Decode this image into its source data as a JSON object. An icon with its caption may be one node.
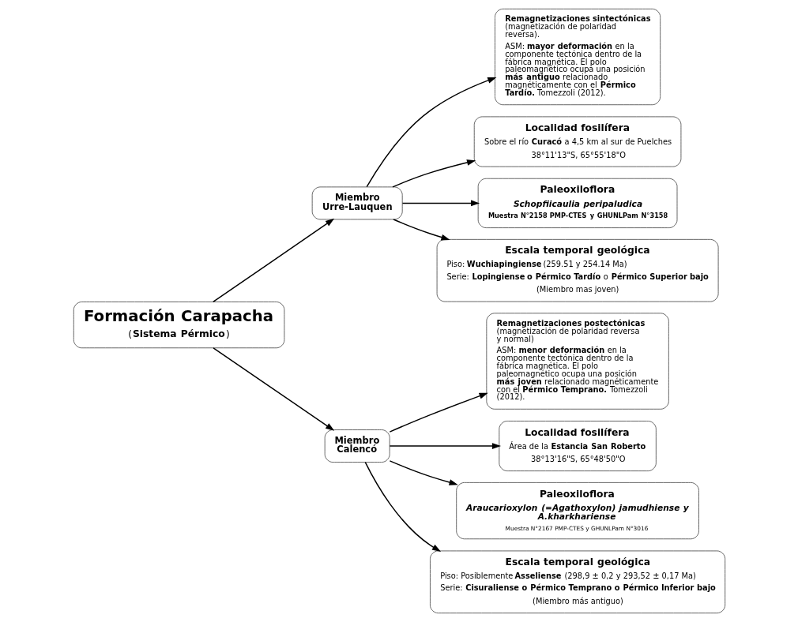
{
  "diagram": {
    "nodes": [
      {
        "text": [
          "Formación Carapacha",
          "(**Sistema Pérmico**)"
        ]
      },
      {
        "text": [
          "Miembro Urre-Lauquen"
        ]
      },
      {
        "text": [
          "**Remagnetizaciones sintectónicas** (magnetización de polaridad reversa).",
          "ASM: **mayor deformación** en la componente tectónica dentro de la fábrica magnética. El polo paleomagnético ocupa una posición **más antiguo** relacionado magnéticamente con el **Pérmico Tardío.** Tomezzoli (2012)."
        ]
      },
      {
        "text": [
          "Localidad fosilífera",
          "Sobre el río **Curacó** a 4,5 km al sur de Puelches",
          "38°11'13\"S, 65°55'18\"O"
        ]
      },
      {
        "text": [
          "Paleoxiloflora",
          "Schopfiicaulia peripaludica",
          "Muestra N°2158 PMP-CTES y GHUNLPam N°3158"
        ]
      },
      {
        "text": [
          "Escala temporal geológica",
          "Piso: **Wuchiapingiense** (259.51 y 254.14 Ma)",
          "Serie: **Lopingiense o Pérmico Tardío** o **Pérmico Superior bajo**",
          "(Miembro mas joven)"
        ]
      },
      {
        "text": [
          "**Remagnetizaciones postectónicas** (magnetización de polaridad reversa y normal)",
          "ASM: **menor deformación** en la componente tectónica dentro de la fábrica magnética. El polo paleomagnético ocupa una posición **más joven** relacionado magnéticamente con el **Pérmico Temprano.** Tomezzoli (2012)."
        ]
      },
      {
        "text": [
          "Miembro Calencó"
        ]
      },
      {
        "text": [
          "Localidad fosilífera",
          "Área de la **Estancia San Roberto**",
          "38°13'16\"S, 65°48'50\"O"
        ]
      },
      {
        "text": [
          "Paleoxiloflora",
          "Araucarioxylon (=Agathoxylon) jamudhiense y A.kharkhariense",
          "Muestra N°2167 PMP-CTES y GHUNLPam N°3016"
        ]
      },
      {
        "text": [
          "Escala temporal geológica",
          "Piso: Posiblemente **Asseliense** (298,9 ± 0,2 y 293,52 ± 0,17 Ma)",
          "Serie: **Cisuraliense o Pérmico Temprano o Pérmico Inferior bajo**",
          "(Miembro más antiguo)"
        ]
      }
    ],
    "edges": [
      {
        "from": 0,
        "to": 1,
        "arrow": "to"
      },
      {
        "from": 1,
        "to": 2,
        "arrow": "to"
      },
      {
        "from": 1,
        "to": 3,
        "arrow": "to"
      },
      {
        "from": 1,
        "to": 4,
        "arrow": "to"
      },
      {
        "from": 1,
        "to": 5,
        "arrow": "to"
      },
      {
        "from": 0,
        "to": 7,
        "arrow": "to"
      },
      {
        "from": 7,
        "to": 6,
        "arrow": "to"
      },
      {
        "from": 7,
        "to": 8,
        "arrow": "to"
      },
      {
        "from": 7,
        "to": 9,
        "arrow": "to"
      },
      {
        "from": 7,
        "to": 10,
        "arrow": "to"
      }
    ]
  }
}
